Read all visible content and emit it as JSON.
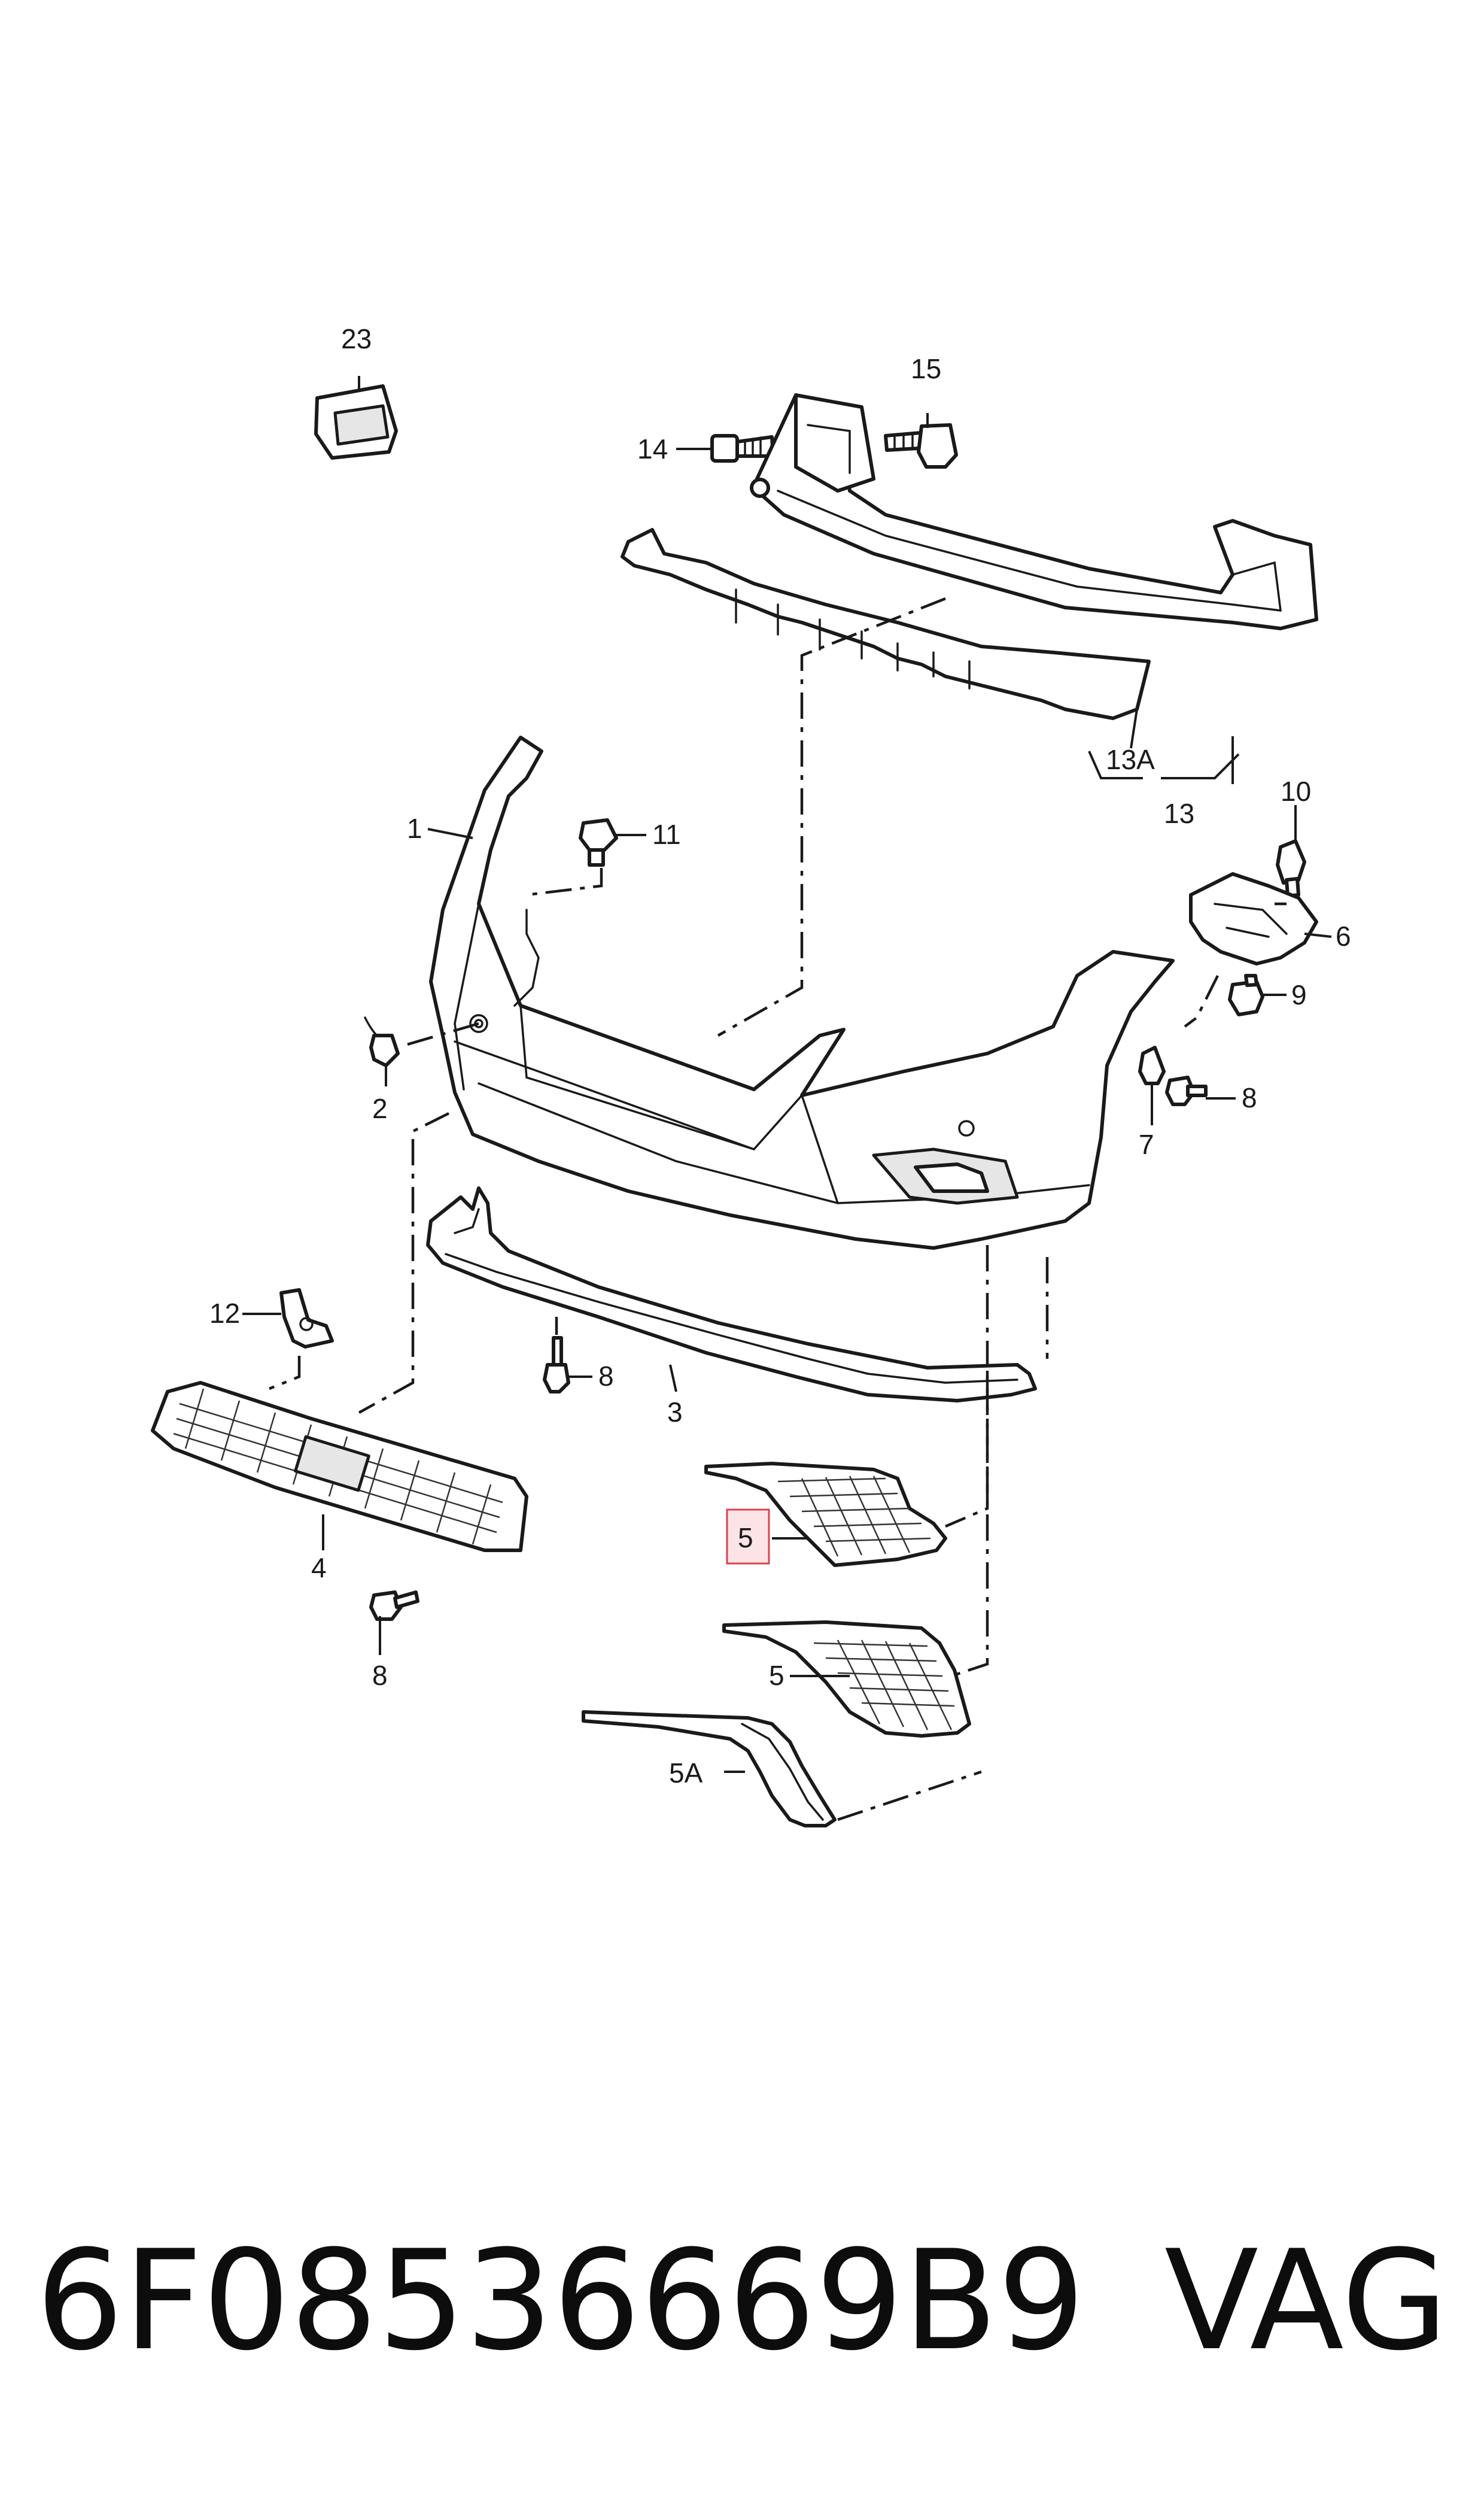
{
  "callouts": {
    "c23": "23",
    "c15": "15",
    "c14": "14",
    "c13A": "13A",
    "c13": "13",
    "c10": "10",
    "c1": "1",
    "c11": "11",
    "c6": "6",
    "c9": "9",
    "c2": "2",
    "c8_right": "8",
    "c7": "7",
    "c12": "12",
    "c8_mid": "8",
    "c3": "3",
    "c5_highlight": "5",
    "c4": "4",
    "c8_left": "8",
    "c5": "5",
    "c5A": "5A"
  },
  "footer": {
    "part_number": "6F08536669B9",
    "brand": "VAG"
  },
  "colors": {
    "line": "#1a1a1a",
    "highlight_fill": "#fbe3e6",
    "highlight_stroke": "#d9434f"
  }
}
